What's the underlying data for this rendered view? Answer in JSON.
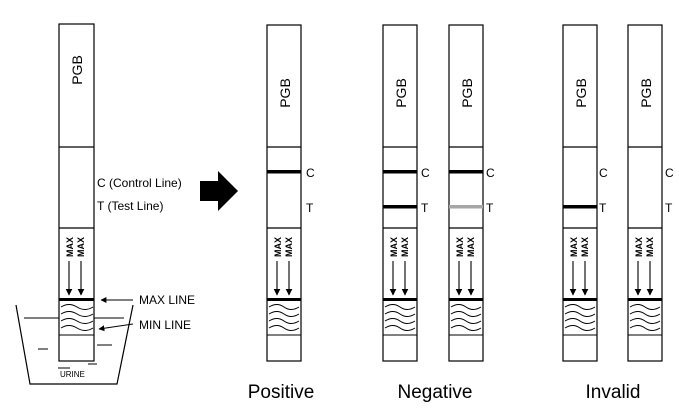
{
  "strip": {
    "brand": "PGB",
    "max_label": "MAX",
    "c_mark": "C",
    "t_mark": "T"
  },
  "legend": {
    "control_line": "C (Control Line)",
    "test_line": "T (Test Line)",
    "max_line": "MAX LINE",
    "min_line": "MIN LINE",
    "urine": "URINE"
  },
  "categories": {
    "positive": "Positive",
    "negative": "Negative",
    "invalid": "Invalid"
  },
  "colors": {
    "line_dark": "#000000",
    "line_faint": "#a6a6a6"
  }
}
